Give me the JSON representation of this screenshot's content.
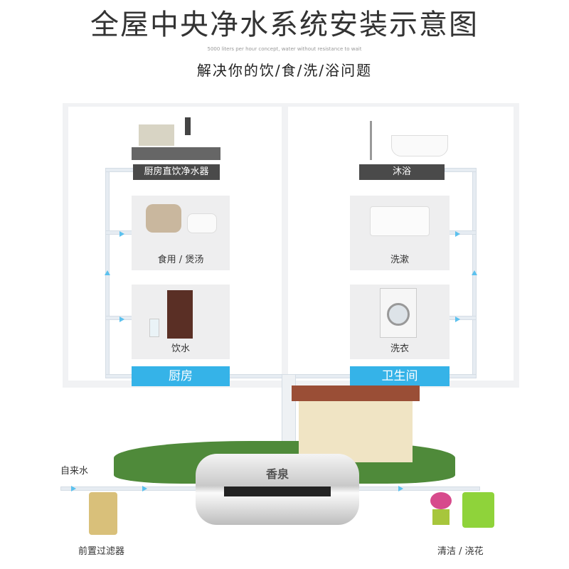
{
  "title": "全屋中央净水系统安装示意图",
  "subtitle_en": "5000 liters per hour concept, water without resistance to wait",
  "subtitle": "解决你的饮/食/洗/浴问题",
  "kitchen": {
    "top_label": "厨房直饮净水器",
    "cards": [
      {
        "label": "食用 / 煲汤"
      },
      {
        "label": "饮水"
      }
    ],
    "zone_label": "厨房"
  },
  "bathroom": {
    "top_label": "沐浴",
    "cards": [
      {
        "label": "洗漱"
      },
      {
        "label": "洗衣"
      }
    ],
    "zone_label": "卫生间"
  },
  "bottom": {
    "tap_water": "自来水",
    "prefilter": "前置过滤器",
    "outdoor": "清洁 / 浇花",
    "logo": "香泉"
  },
  "colors": {
    "accent": "#35b3e8",
    "dark_label": "#4a4a4a",
    "arrow": "#5cc1ee"
  }
}
